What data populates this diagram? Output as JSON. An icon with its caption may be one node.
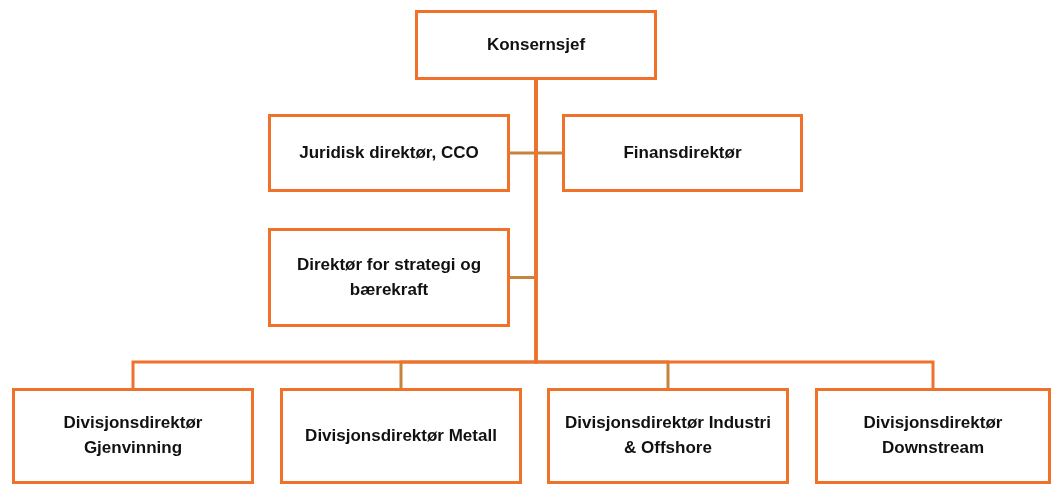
{
  "diagram": {
    "nodes": [
      {
        "text": [
          "Konsernsjef"
        ]
      },
      {
        "text": [
          "Juridisk direktør, CCO"
        ]
      },
      {
        "text": [
          "Finansdirektør"
        ]
      },
      {
        "text": [
          "Direktør for strategi og bærekraft"
        ]
      },
      {
        "text": [
          "Divisjonsdirektør Gjenvinning"
        ]
      },
      {
        "text": [
          "Divisjonsdirektør Metall"
        ]
      },
      {
        "text": [
          "Divisjonsdirektør Industri & Offshore"
        ]
      },
      {
        "text": [
          "Divisjonsdirektør Downstream"
        ]
      }
    ],
    "edges": [
      {
        "from": 0,
        "to": 1,
        "arrow": "none",
        "color": "#c5853e"
      },
      {
        "from": 0,
        "to": 2,
        "arrow": "none",
        "color": "#c5853e"
      },
      {
        "from": 0,
        "to": 3,
        "arrow": "none",
        "color": "#c5853e"
      },
      {
        "from": 0,
        "to": 5,
        "arrow": "none",
        "color": "#c5853e"
      },
      {
        "from": 0,
        "to": 6,
        "arrow": "none",
        "color": "#c5853e"
      },
      {
        "from": 0,
        "to": 4,
        "arrow": "none"
      },
      {
        "from": 0,
        "to": 7,
        "arrow": "none"
      }
    ]
  }
}
